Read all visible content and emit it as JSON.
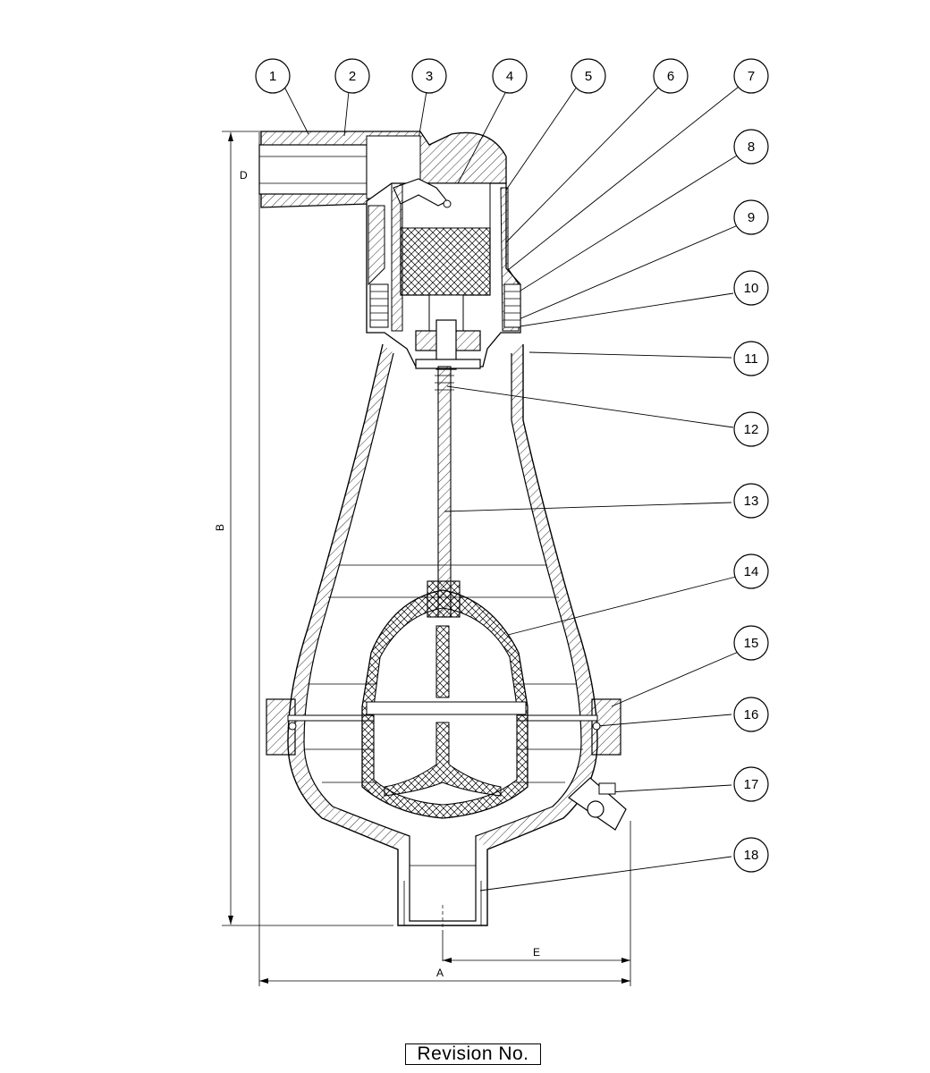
{
  "callouts": [
    "1",
    "2",
    "3",
    "4",
    "5",
    "6",
    "7",
    "8",
    "9",
    "10",
    "11",
    "12",
    "13",
    "14",
    "15",
    "16",
    "17",
    "18"
  ],
  "dimensions": {
    "A": "A",
    "B": "B",
    "D": "D",
    "E": "E"
  },
  "revision_label": "Revision No."
}
